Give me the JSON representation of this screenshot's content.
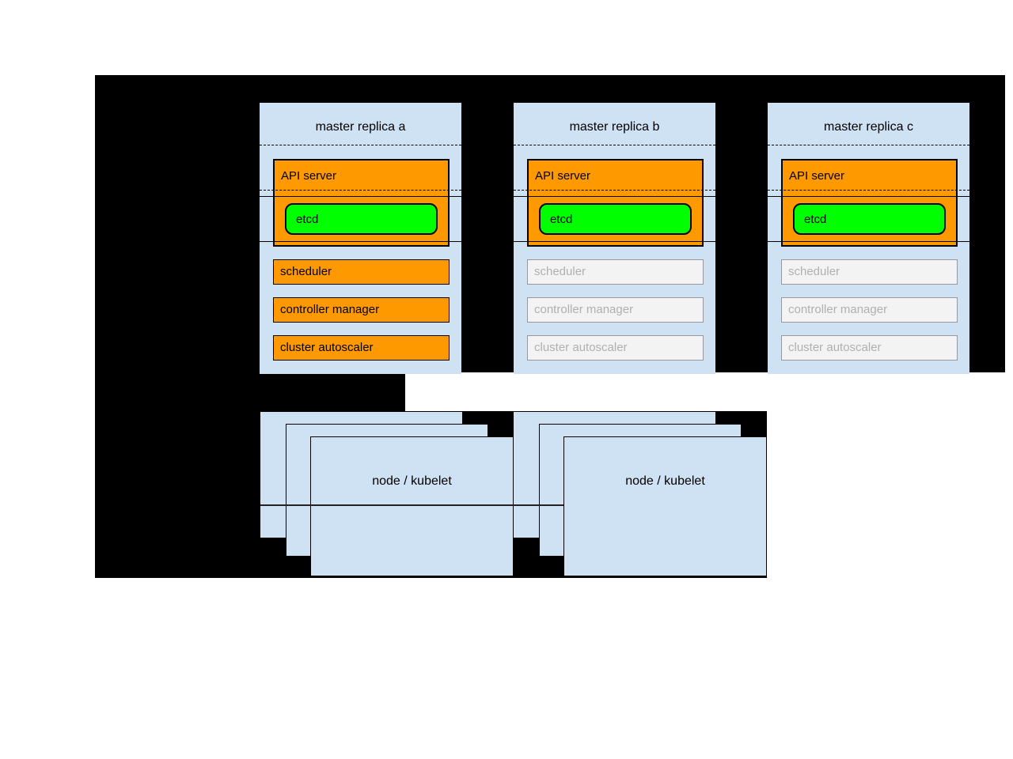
{
  "colors": {
    "canvas_background": "#000000",
    "panel_blue": "#cfe2f3",
    "active_orange": "#ff9900",
    "etcd_green": "#00ff00",
    "inactive_fill": "#f3f3f3",
    "inactive_text": "#b0b0b0"
  },
  "master_replicas": [
    {
      "title": "master replica a",
      "api_server_label": "API server",
      "etcd_label": "etcd",
      "components": [
        {
          "label": "scheduler",
          "state": "active"
        },
        {
          "label": "controller manager",
          "state": "active"
        },
        {
          "label": "cluster autoscaler",
          "state": "active"
        }
      ]
    },
    {
      "title": "master replica b",
      "api_server_label": "API server",
      "etcd_label": "etcd",
      "components": [
        {
          "label": "scheduler",
          "state": "inactive"
        },
        {
          "label": "controller manager",
          "state": "inactive"
        },
        {
          "label": "cluster autoscaler",
          "state": "inactive"
        }
      ]
    },
    {
      "title": "master replica c",
      "api_server_label": "API server",
      "etcd_label": "etcd",
      "components": [
        {
          "label": "scheduler",
          "state": "inactive"
        },
        {
          "label": "controller manager",
          "state": "inactive"
        },
        {
          "label": "cluster autoscaler",
          "state": "inactive"
        }
      ]
    }
  ],
  "node_groups": [
    {
      "label": "node / kubelet"
    },
    {
      "label": "node / kubelet"
    }
  ]
}
